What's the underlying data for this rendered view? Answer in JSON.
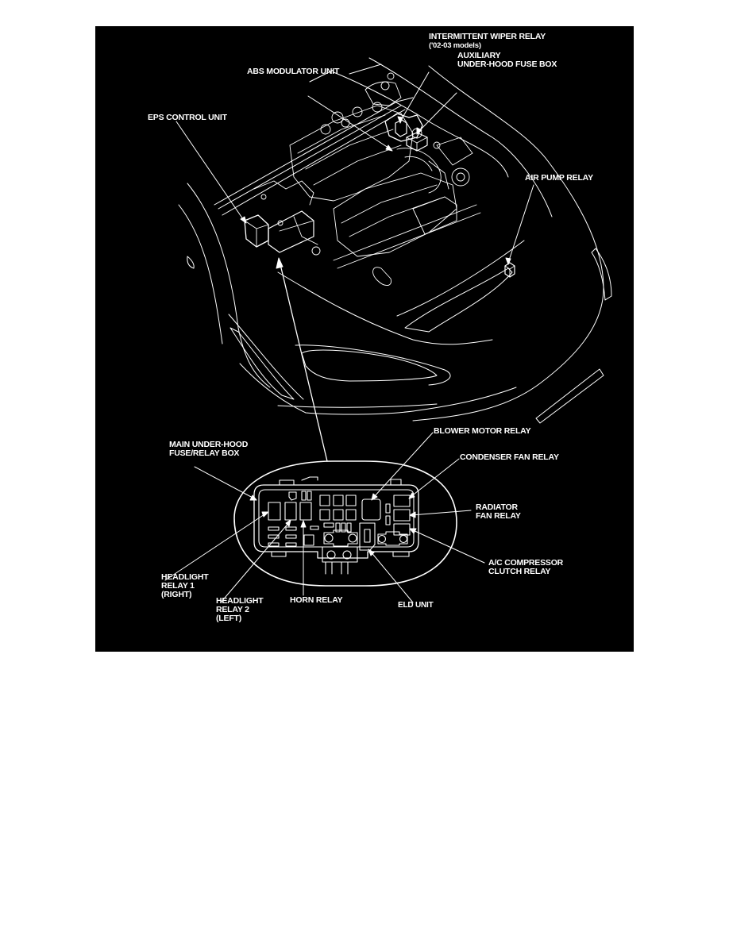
{
  "figure": {
    "background_color": "#000000",
    "line_color": "#ffffff",
    "page_color": "#ffffff"
  },
  "labels": {
    "intermittent_wiper_relay": {
      "line1": "INTERMITTENT WIPER RELAY",
      "line2": "('02-03 models)"
    },
    "auxiliary_fuse_box": {
      "line1": "AUXILIARY",
      "line2": "UNDER-HOOD FUSE BOX"
    },
    "abs_modulator_unit": {
      "line1": "ABS MODULATOR UNIT"
    },
    "eps_control_unit": {
      "line1": "EPS CONTROL UNIT"
    },
    "air_pump_relay": {
      "line1": "AIR PUMP RELAY"
    },
    "main_fuse_relay_box": {
      "line1": "MAIN UNDER-HOOD",
      "line2": "FUSE/RELAY BOX"
    },
    "blower_motor_relay": {
      "line1": "BLOWER MOTOR RELAY"
    },
    "condenser_fan_relay": {
      "line1": "CONDENSER FAN RELAY"
    },
    "radiator_fan_relay": {
      "line1": "RADIATOR",
      "line2": "FAN RELAY"
    },
    "ac_compressor_clutch_relay": {
      "line1": "A/C COMPRESSOR",
      "line2": "CLUTCH RELAY"
    },
    "headlight_relay_1": {
      "line1": "HEADLIGHT",
      "line2": "RELAY 1",
      "line3": "(RIGHT)"
    },
    "headlight_relay_2": {
      "line1": "HEADLIGHT",
      "line2": "RELAY 2",
      "line3": "(LEFT)"
    },
    "horn_relay": {
      "line1": "HORN RELAY"
    },
    "eld_unit": {
      "line1": "ELD UNIT"
    }
  }
}
